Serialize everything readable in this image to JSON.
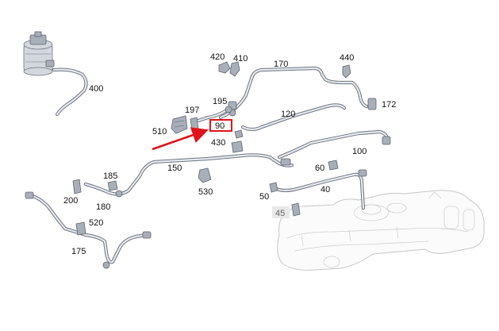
{
  "diagram": {
    "labels": [
      {
        "id": "400",
        "text": "400"
      },
      {
        "id": "420",
        "text": "420"
      },
      {
        "id": "410",
        "text": "410"
      },
      {
        "id": "170",
        "text": "170"
      },
      {
        "id": "440",
        "text": "440"
      },
      {
        "id": "172",
        "text": "172"
      },
      {
        "id": "197",
        "text": "197"
      },
      {
        "id": "195",
        "text": "195"
      },
      {
        "id": "120",
        "text": "120"
      },
      {
        "id": "510",
        "text": "510"
      },
      {
        "id": "90",
        "text": "90",
        "highlighted": true
      },
      {
        "id": "430",
        "text": "430"
      },
      {
        "id": "100",
        "text": "100"
      },
      {
        "id": "150",
        "text": "150"
      },
      {
        "id": "60",
        "text": "60"
      },
      {
        "id": "185",
        "text": "185"
      },
      {
        "id": "530",
        "text": "530"
      },
      {
        "id": "200",
        "text": "200"
      },
      {
        "id": "180",
        "text": "180"
      },
      {
        "id": "50",
        "text": "50"
      },
      {
        "id": "40",
        "text": "40"
      },
      {
        "id": "45",
        "text": "45",
        "muted": true
      },
      {
        "id": "520",
        "text": "520"
      },
      {
        "id": "175",
        "text": "175"
      }
    ],
    "highlight_color": "#e0141b",
    "arrow_color": "#e0141b"
  }
}
